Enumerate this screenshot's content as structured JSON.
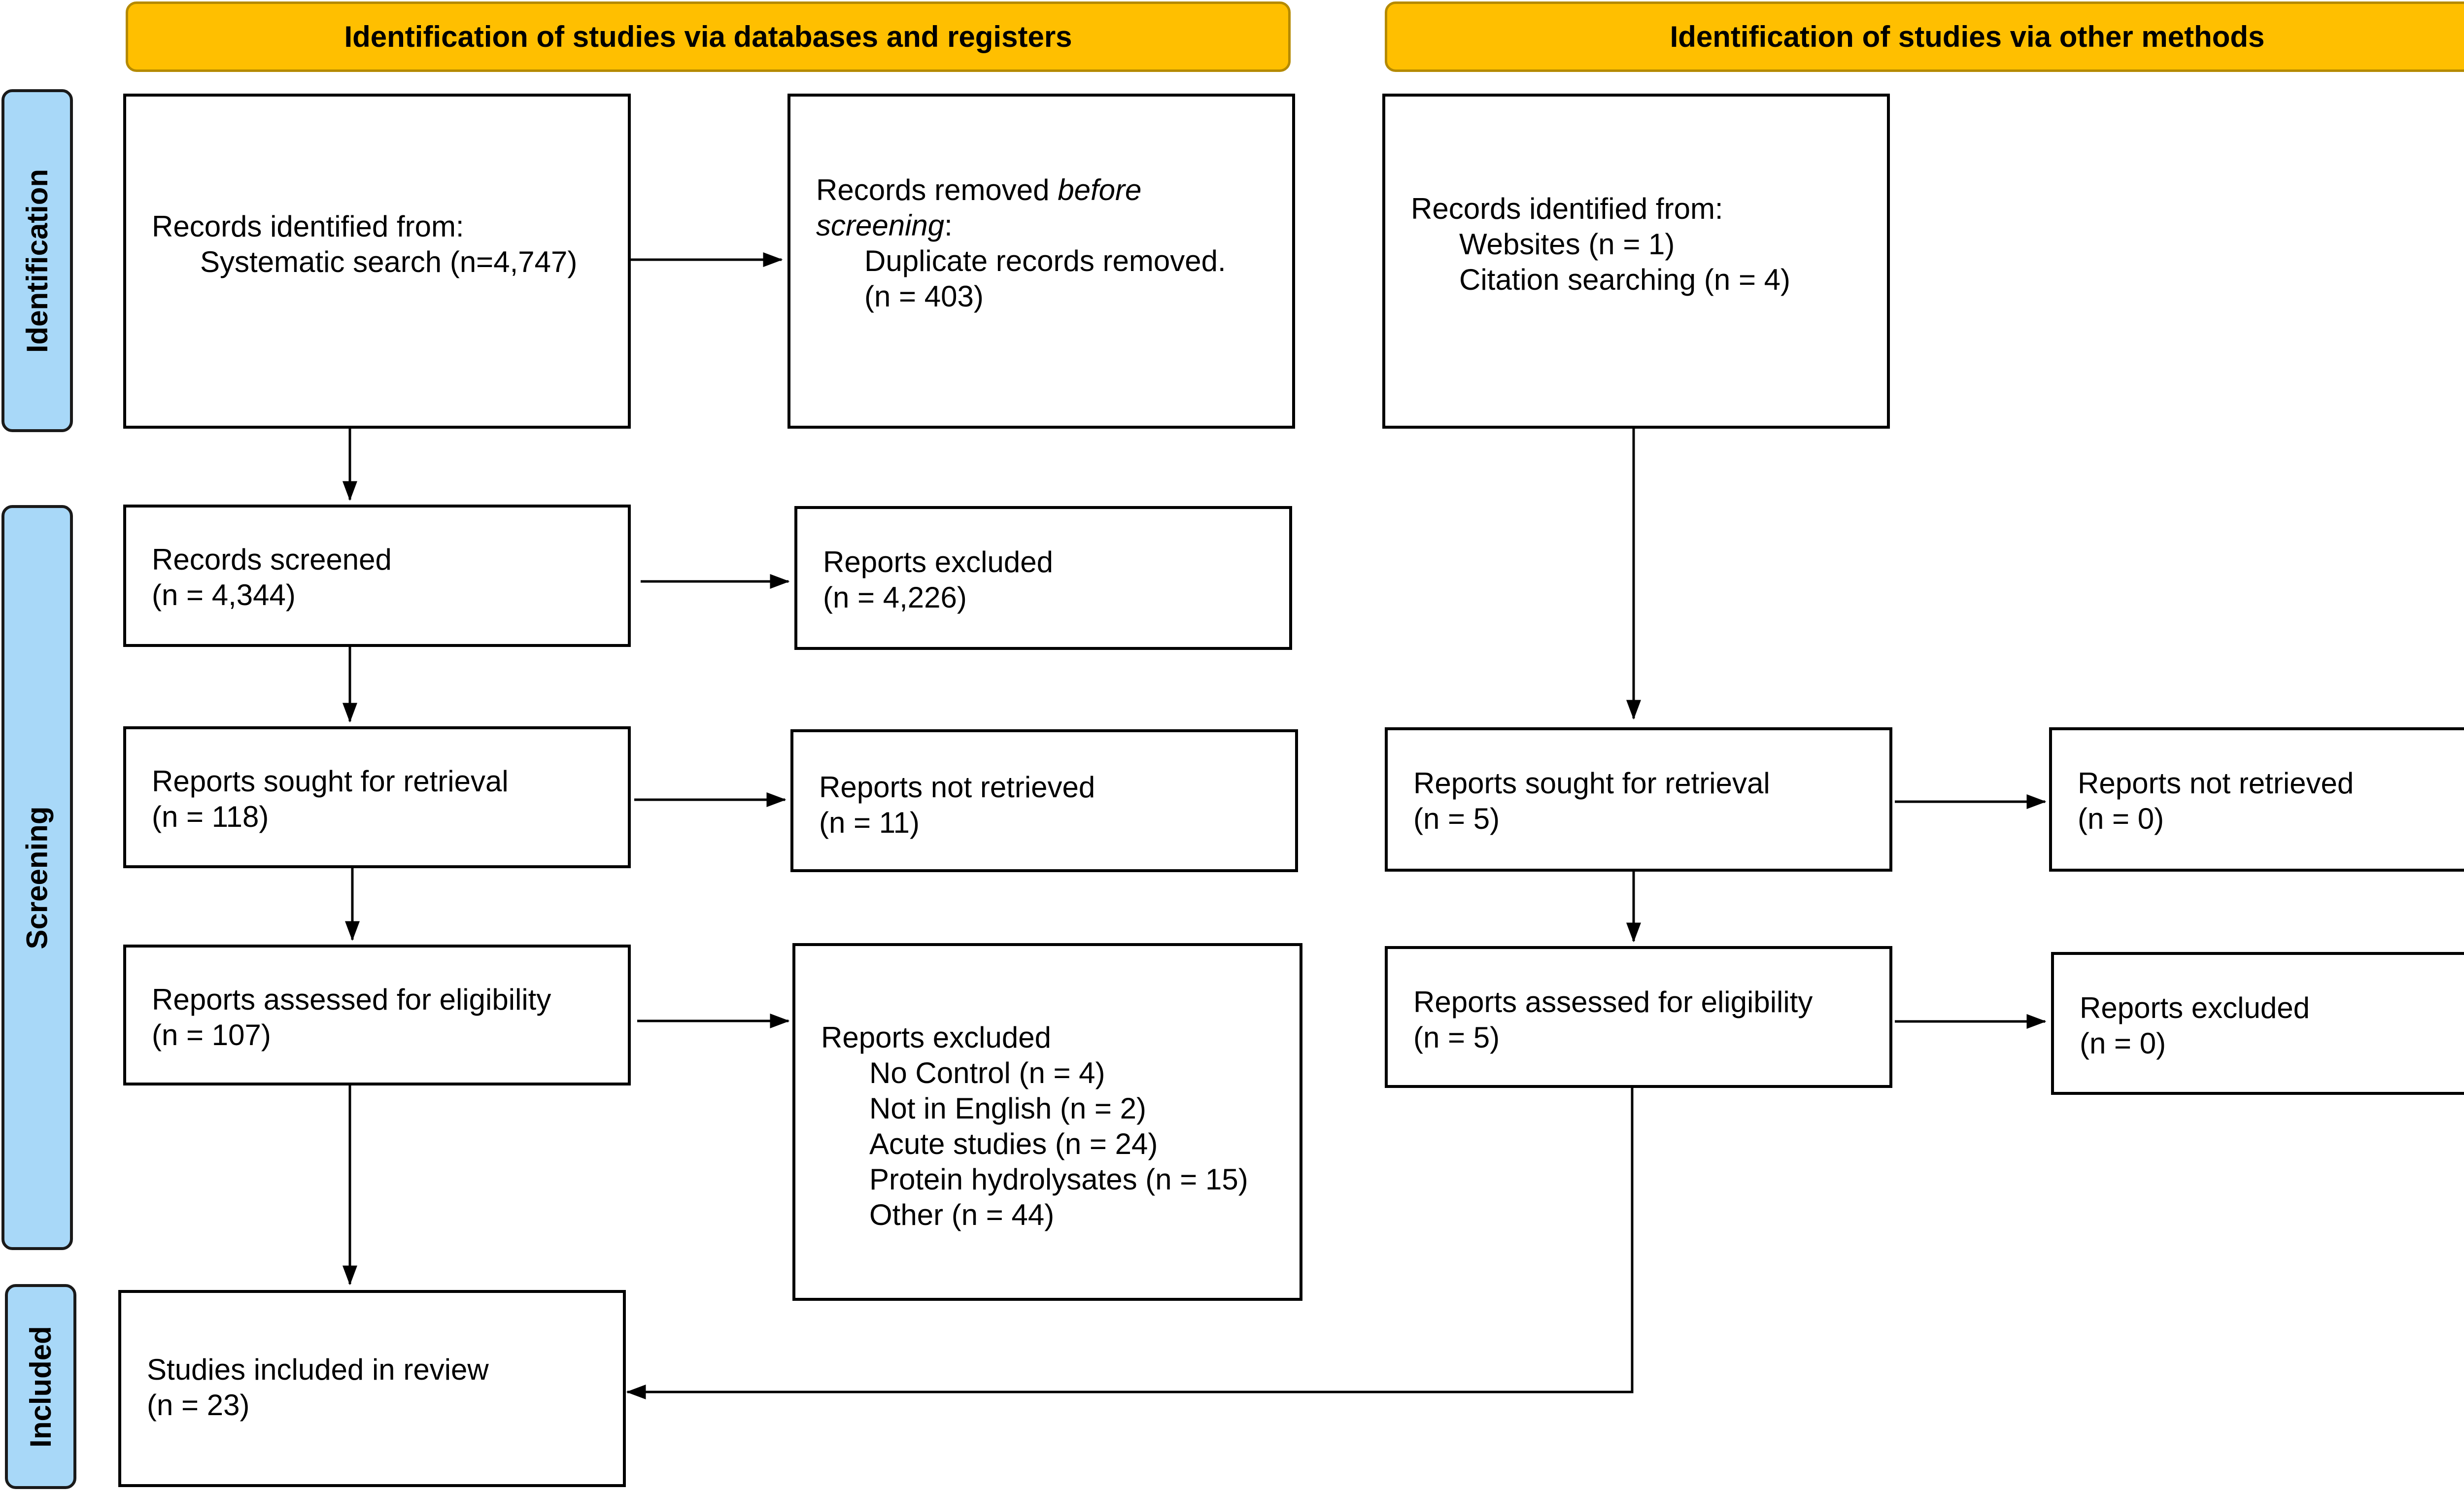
{
  "headers": {
    "databases": "Identification of studies via databases and registers",
    "other": "Identification of studies via other methods"
  },
  "phases": {
    "identification": "Identification",
    "screening": "Screening",
    "included": "Included"
  },
  "db": {
    "identified": {
      "title": "Records identified from:",
      "item": "Systematic search (n=4,747)"
    },
    "removed": {
      "title_start": "Records removed ",
      "title_em1": "before",
      "title_em2": "screening",
      "title_end": ":",
      "item": "Duplicate records removed.",
      "count": "(n = 403)"
    },
    "screened": {
      "title": "Records screened",
      "count": "(n = 4,344)"
    },
    "screen_excluded": {
      "title": "Reports excluded",
      "count": "(n = 4,226)"
    },
    "sought": {
      "title": "Reports sought for retrieval",
      "count": "(n = 118)"
    },
    "not_retrieved": {
      "title": "Reports not retrieved",
      "count": "(n = 11)"
    },
    "assessed": {
      "title": "Reports assessed for eligibility",
      "count": "(n = 107)"
    },
    "excluded": {
      "title": "Reports excluded",
      "reasons": [
        "No Control (n = 4)",
        "Not in English (n = 2)",
        "Acute studies (n = 24)",
        "Protein hydrolysates (n = 15)",
        "Other (n = 44)"
      ]
    },
    "included": {
      "title": "Studies included in review",
      "count": "(n = 23)"
    }
  },
  "other": {
    "identified": {
      "title": "Records identified from:",
      "items": [
        "Websites (n = 1)",
        "Citation searching (n = 4)"
      ]
    },
    "sought": {
      "title": "Reports sought for retrieval",
      "count": "(n = 5)"
    },
    "not_retrieved": {
      "title": "Reports not retrieved",
      "count": "(n = 0)"
    },
    "assessed": {
      "title": "Reports assessed for eligibility",
      "count": "(n = 5)"
    },
    "excluded": {
      "title": "Reports excluded",
      "count": "(n = 0)"
    }
  },
  "colors": {
    "header": "#FFBF00",
    "phase": "#A8D8F8",
    "line": "#000000"
  }
}
